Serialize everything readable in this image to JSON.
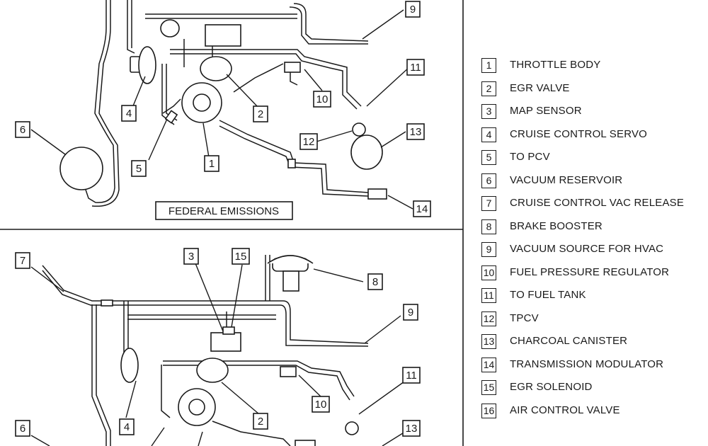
{
  "panels": {
    "top_caption": "FEDERAL EMISSIONS"
  },
  "callouts": {
    "top": [
      "1",
      "2",
      "4",
      "5",
      "6",
      "9",
      "10",
      "11",
      "12",
      "13",
      "14"
    ],
    "bottom": [
      "2",
      "3",
      "4",
      "6",
      "7",
      "8",
      "9",
      "10",
      "11",
      "13",
      "15"
    ]
  },
  "legend": [
    {
      "num": "1",
      "label": "THROTTLE BODY"
    },
    {
      "num": "2",
      "label": "EGR VALVE"
    },
    {
      "num": "3",
      "label": "MAP SENSOR"
    },
    {
      "num": "4",
      "label": "CRUISE CONTROL SERVO"
    },
    {
      "num": "5",
      "label": "TO PCV"
    },
    {
      "num": "6",
      "label": "VACUUM RESERVOIR"
    },
    {
      "num": "7",
      "label": "CRUISE CONTROL VAC RELEASE"
    },
    {
      "num": "8",
      "label": "BRAKE BOOSTER"
    },
    {
      "num": "9",
      "label": "VACUUM SOURCE FOR HVAC"
    },
    {
      "num": "10",
      "label": "FUEL PRESSURE REGULATOR"
    },
    {
      "num": "11",
      "label": "TO FUEL TANK"
    },
    {
      "num": "12",
      "label": "TPCV"
    },
    {
      "num": "13",
      "label": "CHARCOAL CANISTER"
    },
    {
      "num": "14",
      "label": "TRANSMISSION MODULATOR"
    },
    {
      "num": "15",
      "label": "EGR SOLENOID"
    },
    {
      "num": "16",
      "label": "AIR CONTROL VALVE"
    }
  ]
}
